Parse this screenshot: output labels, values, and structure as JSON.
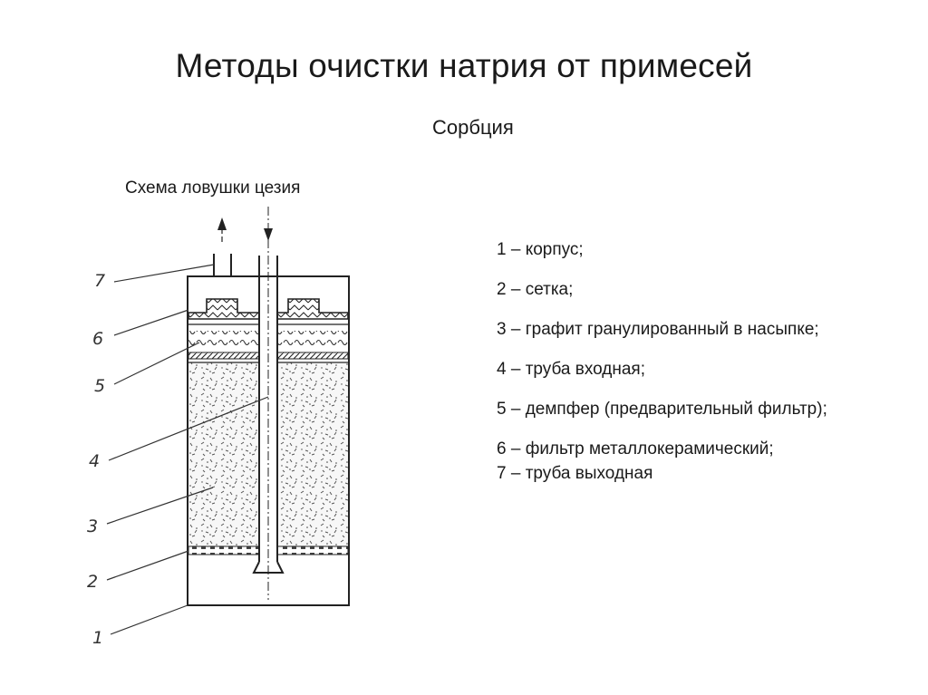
{
  "slide": {
    "title": "Методы очистки натрия от примесей",
    "subtitle": "Сорбция",
    "figure_caption": "Схема ловушки цезия"
  },
  "diagram": {
    "callout_numbers": [
      "7",
      "6",
      "5",
      "4",
      "3",
      "2",
      "1"
    ]
  },
  "legend": [
    "1 – корпус;",
    "2 – сетка;",
    "3 – графит гранулированный в насыпке;",
    "4 – труба входная;",
    "5 – демпфер (предварительный фильтр);",
    "6 – фильтр металлокерамический;",
    "7 – труба выходная"
  ]
}
